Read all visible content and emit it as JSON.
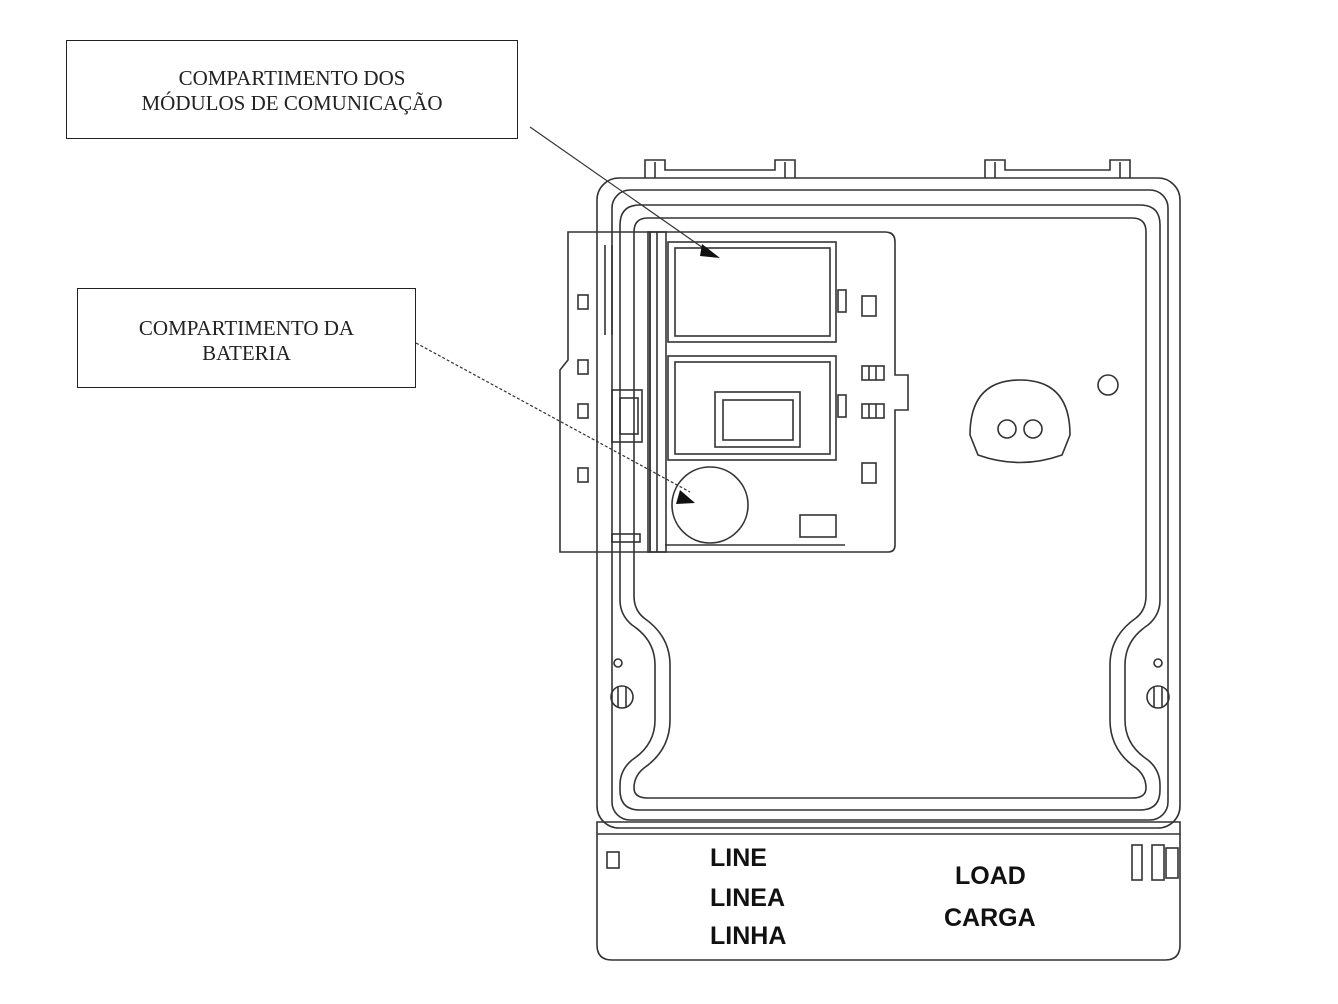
{
  "callouts": {
    "modules": {
      "line1": "COMPARTIMENTO DOS",
      "line2": "MÓDULOS DE COMUNICAÇÃO"
    },
    "battery": {
      "line1": "COMPARTIMENTO DA",
      "line2": "BATERIA"
    }
  },
  "terminal": {
    "line_labels": [
      "LINE",
      "LINEA",
      "LINHA"
    ],
    "load_labels": [
      "LOAD",
      "CARGA"
    ]
  },
  "colors": {
    "stroke": "#333333",
    "text": "#111111"
  }
}
